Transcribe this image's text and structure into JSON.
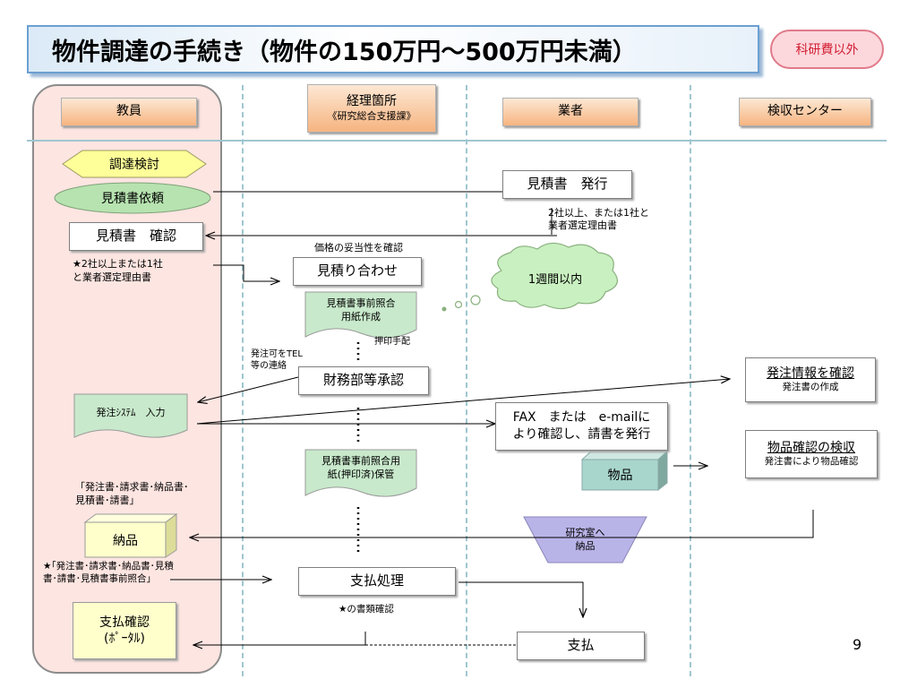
{
  "title": "物件調達の手続き（物件の150万円～500万円未満）",
  "tag": "科研費以外",
  "lanes": {
    "teacher": "教員",
    "accounting": {
      "main": "経理箇所",
      "sub": "《研究総合支援課》"
    },
    "vendor": "業者",
    "inspection": "検収センター"
  },
  "teacher": {
    "procure_review": "調達検討",
    "quote_request": "見積書依頼",
    "quote_confirm": "見積書　確認",
    "quote_note": "★2社以上または1社\nと業者選定理由書",
    "order_input": "発注ｼｽﾃﾑ　入力",
    "docs_note": "「発注書･請求書･納品書･\n見積書･請書」",
    "delivery": "納品",
    "delivery_note": "★｢発注書･請求書･納品書･見積\n書･請書･見積書事前照合｣",
    "payment_confirm": "支払確認\n(ﾎﾟｰﾀﾙ)"
  },
  "accounting": {
    "price_check_label": "価格の妥当性を確認",
    "quote_match": "見積り合わせ",
    "form_create": "見積書事前照合\n用紙作成",
    "stamp_arrange": "押印手配",
    "tel_note": "発注可をTEL\n等の連絡",
    "finance_approval": "財務部等承認",
    "form_keep": "見積書事前照合用\n紙(押印済)保管",
    "payment_process": "支払処理",
    "docs_check": "★の書類確認"
  },
  "vendor": {
    "quote_issue": "見積書　発行",
    "quote_note": "2社以上、または1社と\n業者選定理由書",
    "cloud": "1週間以内",
    "fax_email": "FAX　または　e-mailに\nより確認し、請書を発行",
    "goods": "物品",
    "lab_delivery": "研究室へ\n納品",
    "payment": "支払"
  },
  "inspection": {
    "order_info_title": "発注情報を確認",
    "order_info_sub": "発注書の作成",
    "goods_check_title": "物品確認の検収",
    "goods_check_sub": "発注書により物品確認"
  },
  "page_number": "9",
  "colors": {
    "title_border": "#6c9fd1",
    "tag_text": "#d21e32",
    "lane_bg": "#fde5e1",
    "header_fill": "#f6b480",
    "hexagon": "#ffff99",
    "ellipse": "#b7e3b0",
    "green_box": "#c8e9cb",
    "cream_box": "#ffffcc",
    "teal_box": "#a8d6cc",
    "lavender": "#b9b4e8"
  }
}
